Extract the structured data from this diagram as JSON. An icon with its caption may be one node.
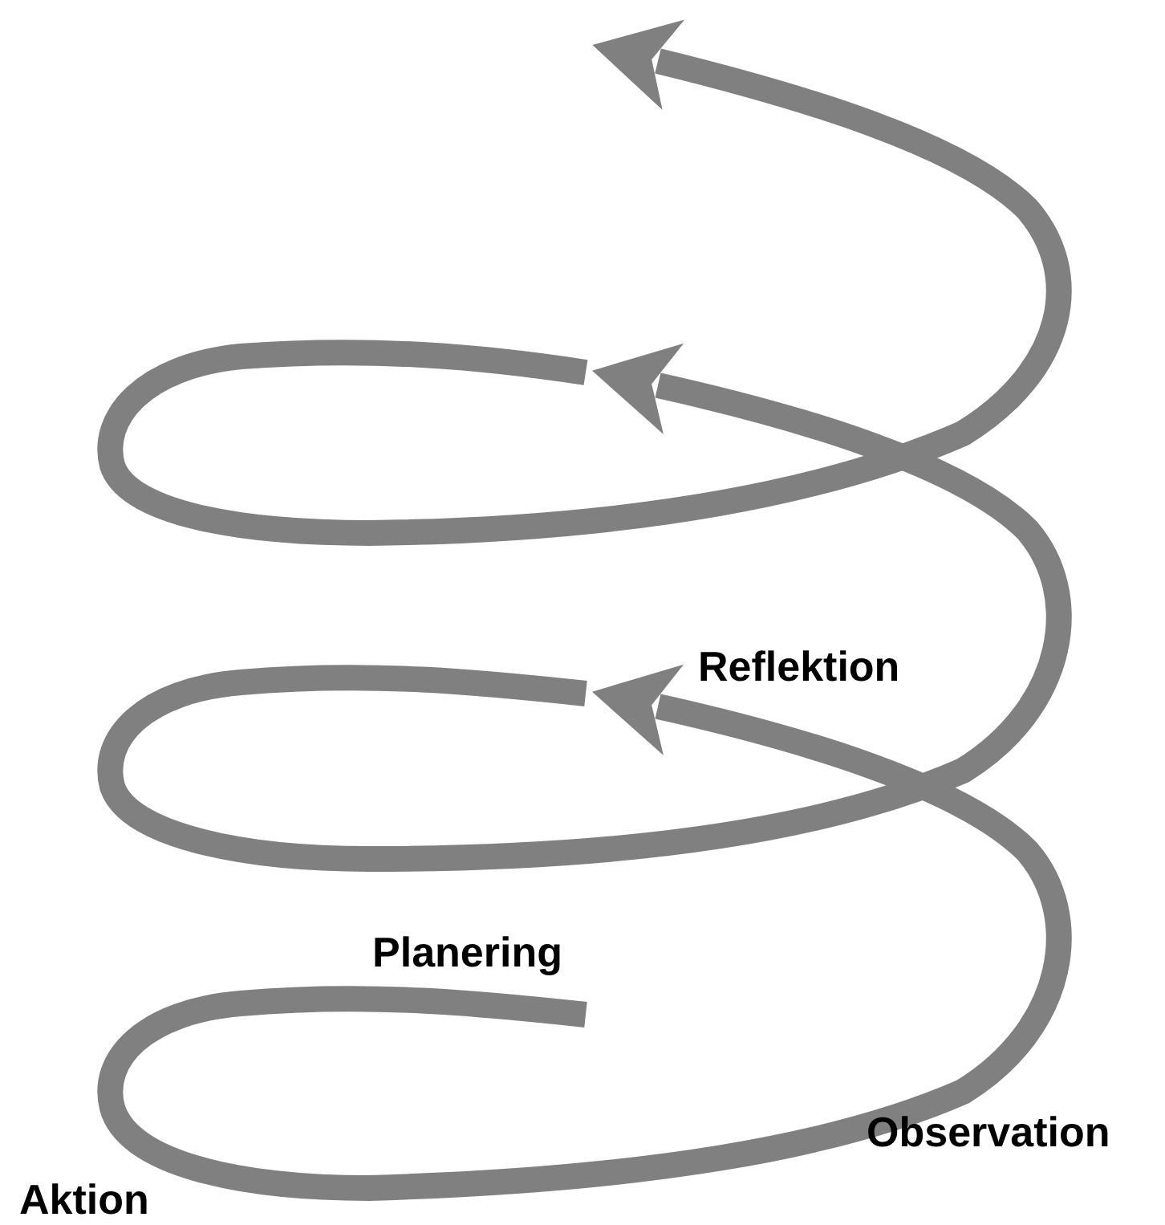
{
  "diagram": {
    "labels": [
      "Reflektion",
      "Planering",
      "Observation",
      "Aktion"
    ]
  }
}
